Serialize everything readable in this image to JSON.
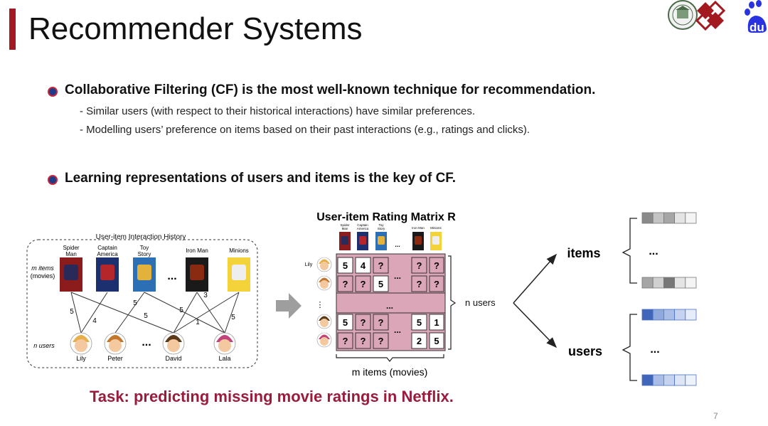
{
  "slide": {
    "title": "Recommender Systems",
    "page_number": "7",
    "bullets": [
      {
        "text": "Collaborative Filtering (CF) is the most well-known technique for recommendation.",
        "subs": [
          "- Similar users (with respect to their historical interactions) have similar preferences.",
          "- Modelling users’ preference on items based on their past interactions (e.g., ratings and clicks)."
        ]
      },
      {
        "text": "Learning representations of users and items is the key of CF."
      }
    ],
    "task": "Task: predicting missing movie ratings in Netflix."
  },
  "logos": {
    "logo3_text": "du"
  },
  "history": {
    "title": "User-item Interaction History",
    "items_label": [
      "m items",
      "(movies)"
    ],
    "users_label": "n users",
    "movies": [
      "Spider\nMan",
      "Captain\nAmerica",
      "Toy\nStory",
      "Iron Man",
      "Minions"
    ],
    "users": [
      "Lily",
      "Peter",
      "David",
      "Lala"
    ],
    "edge_labels": [
      "5",
      "4",
      "5",
      "5",
      "5",
      "3",
      "1",
      "5"
    ],
    "dots": "..."
  },
  "matrix": {
    "title": "User-item Rating Matrix R",
    "movies": [
      "Spider\nMan",
      "Captain\nAmerica",
      "Toy\nStory",
      "Iron Man",
      "Minions"
    ],
    "rows": [
      [
        "5",
        "4",
        "?",
        "?",
        "?"
      ],
      [
        "?",
        "?",
        "5",
        "?",
        "?"
      ],
      [
        "5",
        "?",
        "?",
        "5",
        "1"
      ],
      [
        "?",
        "?",
        "?",
        "2",
        "5"
      ]
    ],
    "first_user": "Lily",
    "mid_dots": "...",
    "vdots": "⋮",
    "n_users": "n users",
    "m_items": "m items (movies)"
  },
  "embeddings": {
    "items_label": "items",
    "users_label": "users",
    "dots": "..."
  },
  "colors": {
    "accent_red": "#a2191f",
    "task_red": "#9a1c3c",
    "matrix_fill": "#dba6b8",
    "item_gray": "#888888",
    "user_blue": "#4a72c4"
  }
}
